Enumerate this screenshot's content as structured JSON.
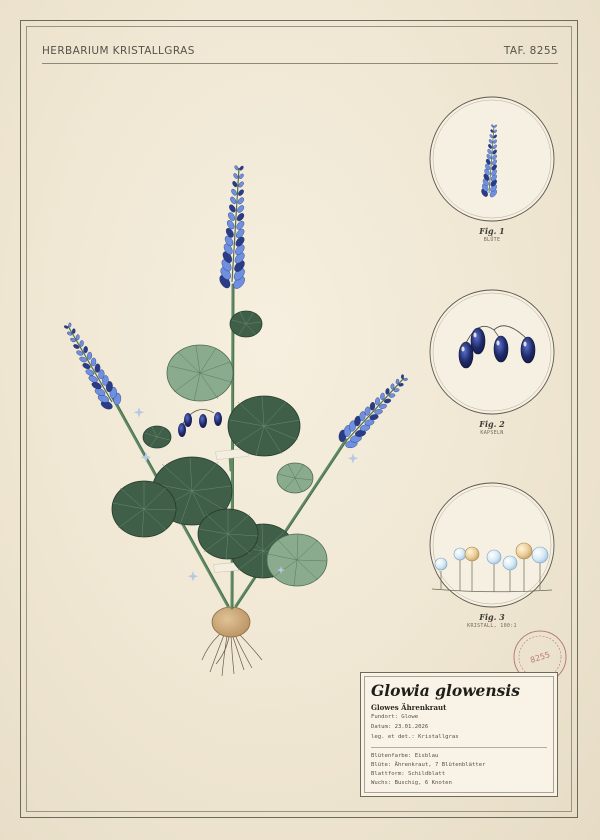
{
  "header": {
    "title": "HERBARIUM KRISTALLGRAS",
    "plate_number": "TAF. 8255"
  },
  "figures": [
    {
      "label": "Fig. 1",
      "caption": "BLÜTE"
    },
    {
      "label": "Fig. 2",
      "caption": "KAPSELN"
    },
    {
      "label": "Fig. 3",
      "caption": "KRISTALL, 100:1"
    }
  ],
  "stamp": {
    "text": "8255"
  },
  "card": {
    "species": "Glowia glowensis",
    "common_name": "Glowes Ährenkraut",
    "fundort": "Fundort: Glowe",
    "datum": "Datum: 23.01.2026",
    "leg": "leg. et det.: Kristallgras",
    "bluetenfarbe": "Blütenfarbe: Eisblau",
    "bluete": "Blüte: Ährenkraut, 7 Blütenblätter",
    "blattform": "Blattform: Schildblatt",
    "wuchs": "Wuchs: Buschig, 6 Knoten"
  },
  "colors": {
    "flower_light": "#6f8fe0",
    "flower_dark": "#2b3c86",
    "leaf_dark": "#3f5f48",
    "leaf_light": "#8aab8e",
    "stem": "#5f8a62",
    "stamp": "#b06a6a",
    "ink": "#3a3a32"
  }
}
